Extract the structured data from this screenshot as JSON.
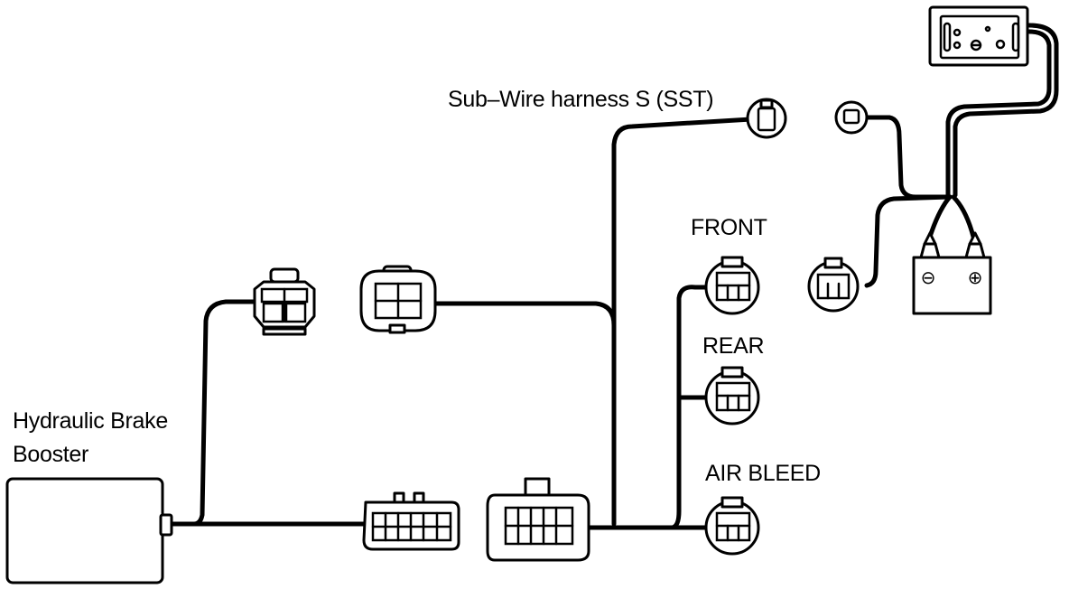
{
  "labels": {
    "sub_wire_harness": "Sub–Wire harness S (SST)",
    "front": "FRONT",
    "rear": "REAR",
    "air_bleed": "AIR BLEED",
    "booster_line1": "Hydraulic Brake",
    "booster_line2": "Booster"
  },
  "battery": {
    "negative_symbol": "⊖",
    "positive_symbol": "⊕"
  },
  "colors": {
    "line": "#000000",
    "background": "#ffffff"
  }
}
